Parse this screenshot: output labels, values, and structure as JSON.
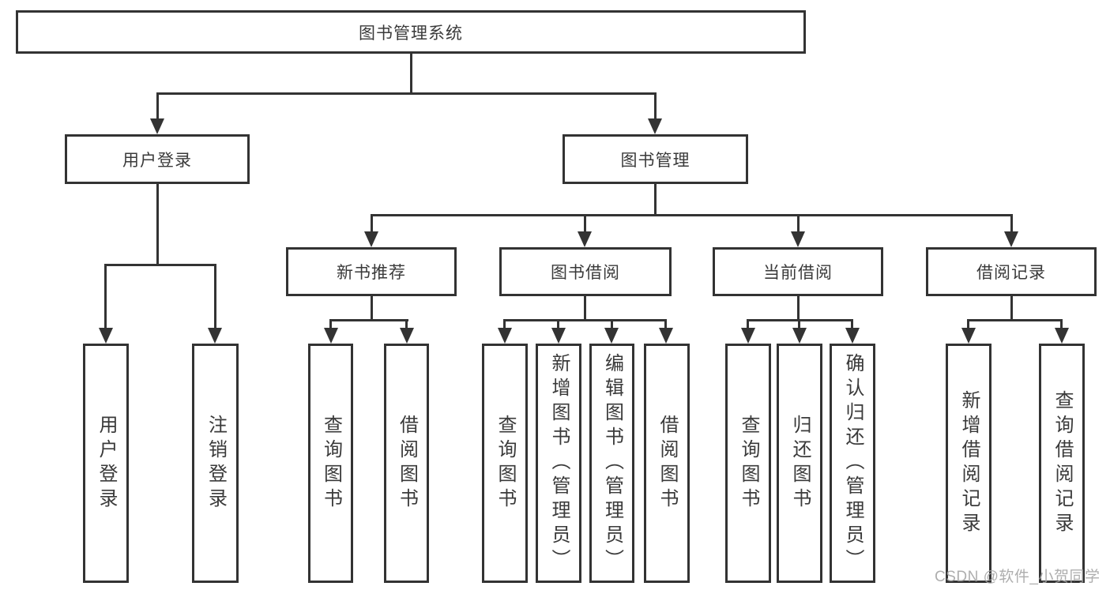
{
  "root": {
    "label": "图书管理系统"
  },
  "user_login": {
    "label": "用户登录",
    "children": [
      "用户登录",
      "注销登录"
    ]
  },
  "book_mgmt": {
    "label": "图书管理",
    "groups": [
      {
        "label": "新书推荐",
        "children": [
          "查询图书",
          "借阅图书"
        ]
      },
      {
        "label": "图书借阅",
        "children": [
          "查询图书",
          "新增图书（管理员）",
          "编辑图书（管理员）",
          "借阅图书"
        ]
      },
      {
        "label": "当前借阅",
        "children": [
          "查询图书",
          "归还图书",
          "确认归还（管理员）"
        ]
      },
      {
        "label": "借阅记录",
        "children": [
          "新增借阅记录",
          "查询借阅记录"
        ]
      }
    ]
  },
  "watermark": "CSDN @软件_小贺同学",
  "colors": {
    "line": "#333333",
    "text": "#3a3a3a",
    "background": "#ffffff",
    "watermark": "#a5a5a5"
  }
}
